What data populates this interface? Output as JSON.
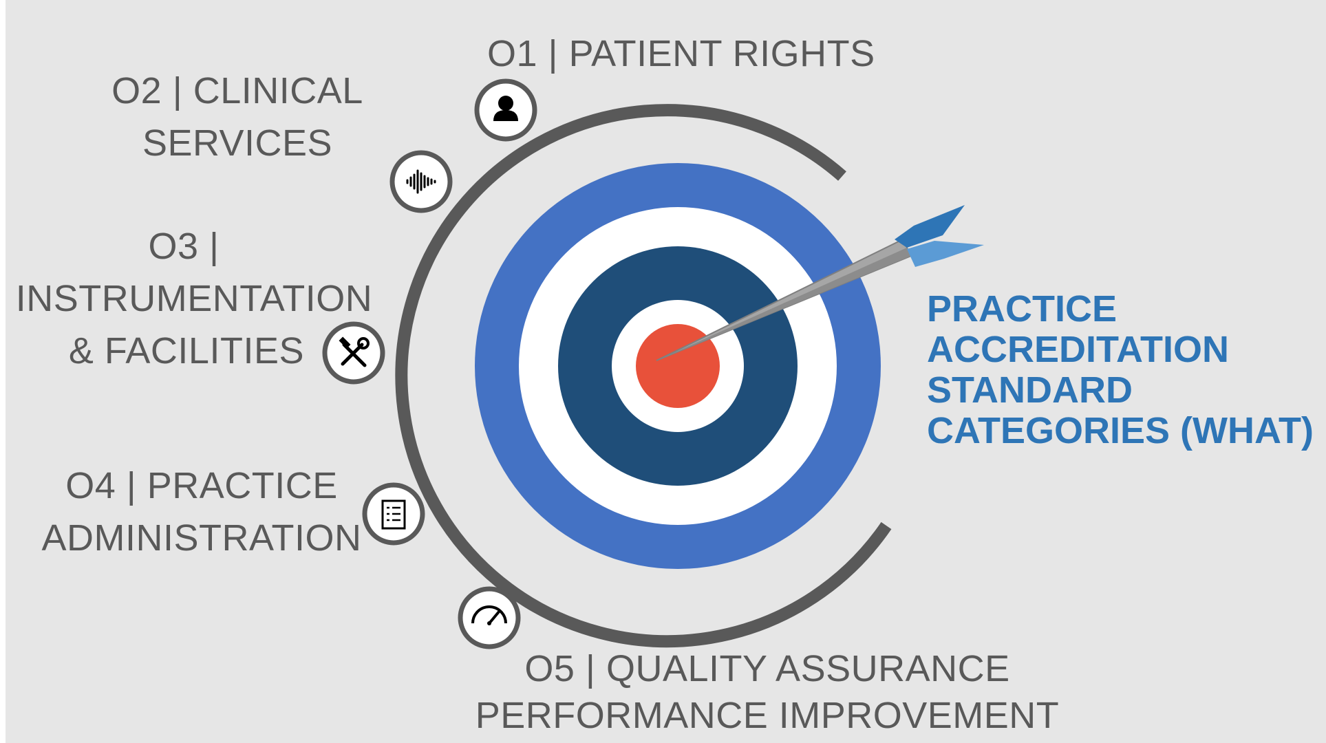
{
  "title": {
    "lines": [
      "PRACTICE",
      "ACCREDITATION",
      "STANDARD",
      "CATEGORIES (WHAT)"
    ]
  },
  "categories": [
    {
      "lines": [
        "O1 | PATIENT RIGHTS"
      ],
      "icon": "person-icon"
    },
    {
      "lines": [
        "O2 | CLINICAL",
        "SERVICES"
      ],
      "icon": "audio-wave-icon"
    },
    {
      "lines": [
        "O3 |",
        "INSTRUMENTATION",
        "& FACILITIES"
      ],
      "icon": "tools-icon"
    },
    {
      "lines": [
        "O4 | PRACTICE",
        "ADMINISTRATION"
      ],
      "icon": "checklist-icon"
    },
    {
      "lines": [
        "O5 | QUALITY ASSURANCE",
        "PERFORMANCE IMPROVEMENT"
      ],
      "icon": "speedometer-icon"
    }
  ],
  "colors": {
    "background": "#e6e6e6",
    "arc": "#595959",
    "ring_outer": "#4472c4",
    "ring_inner": "#1f4e79",
    "bullseye": "#e8513a",
    "title": "#2e75b6",
    "label": "#595959"
  }
}
